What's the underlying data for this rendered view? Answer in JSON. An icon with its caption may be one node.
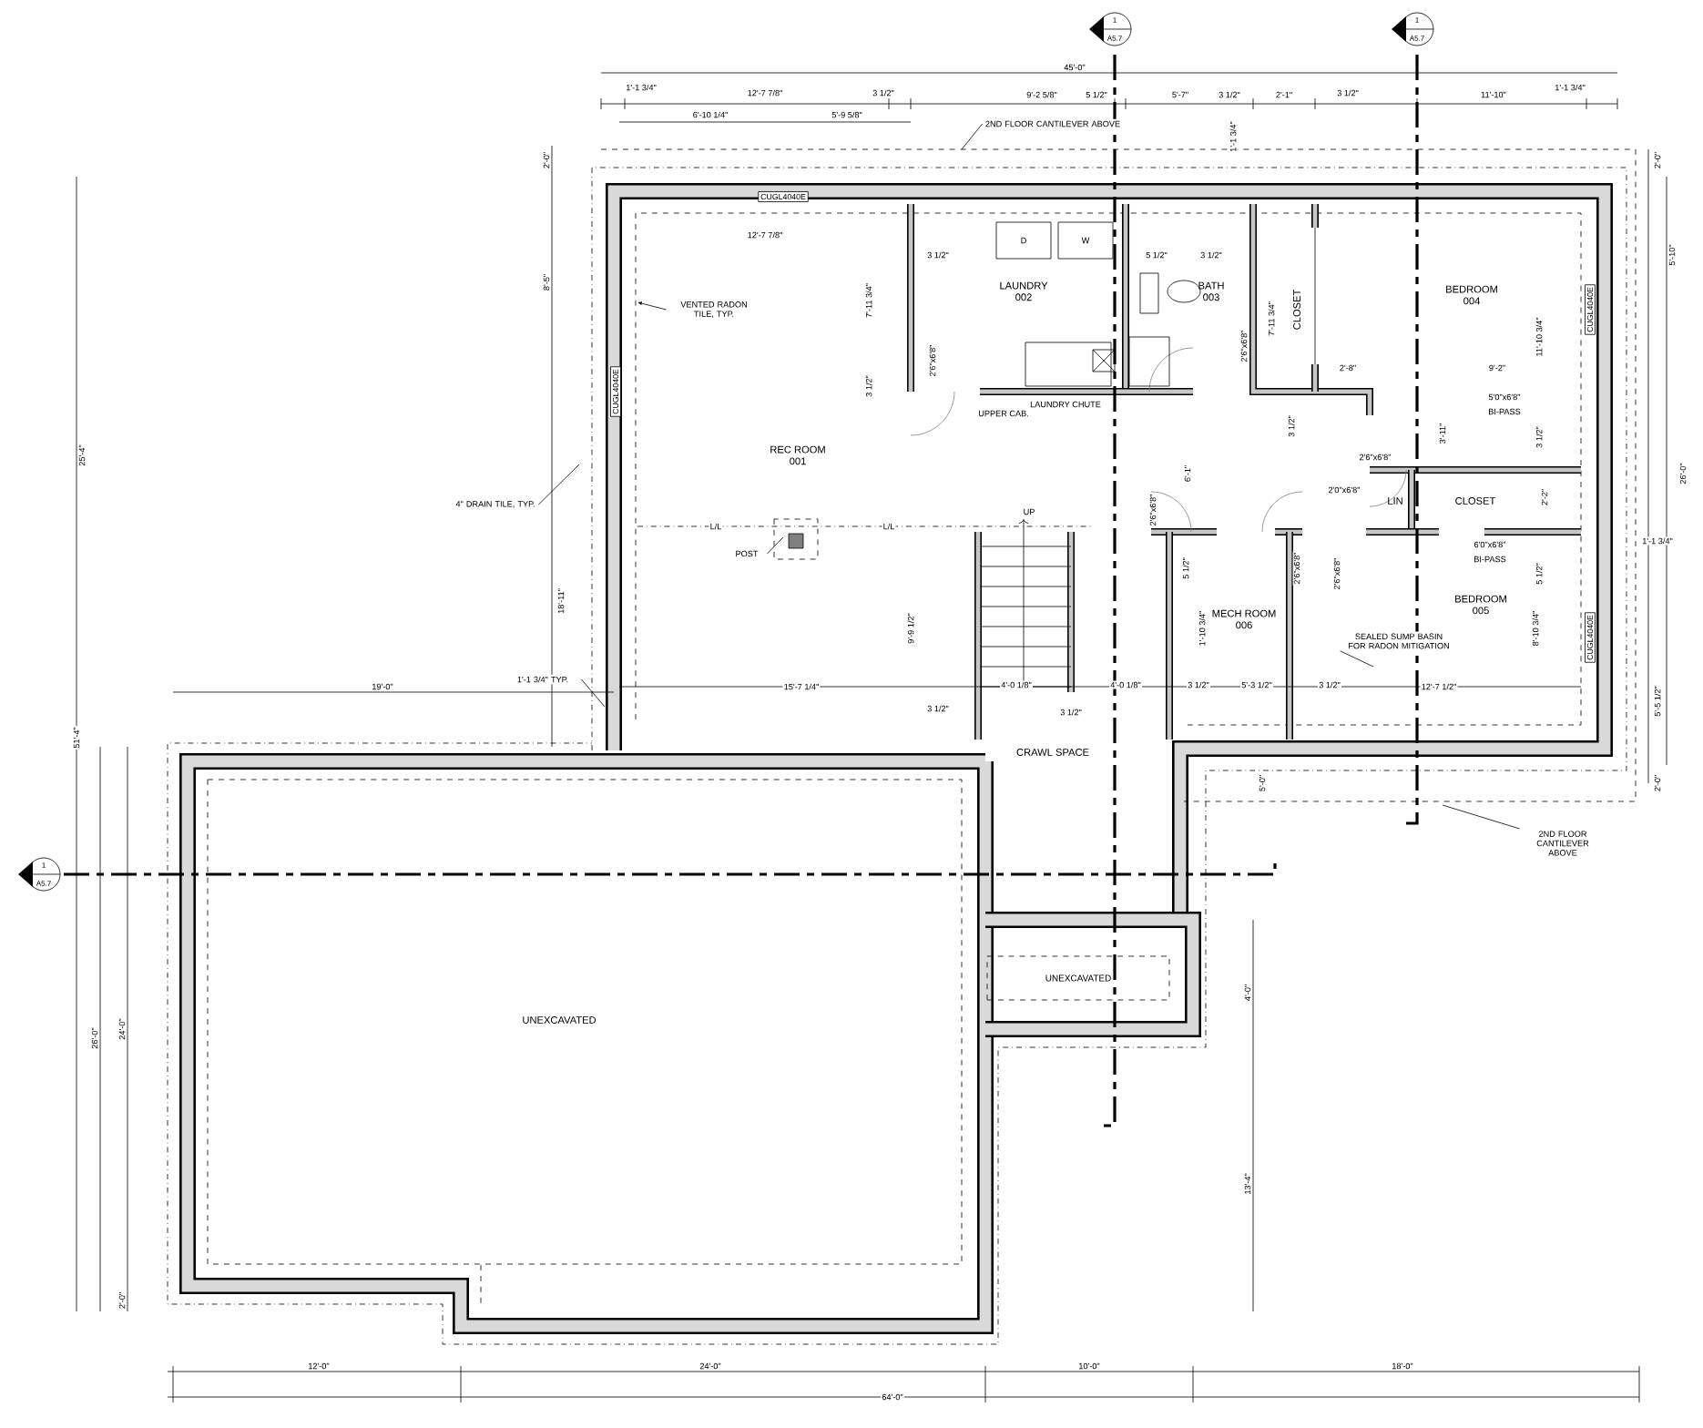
{
  "diagram": {
    "nodes": [
      {
        "text": [
          "REC ROOM",
          "001"
        ]
      },
      {
        "text": [
          "LAUNDRY",
          "002"
        ]
      },
      {
        "text": [
          "BATH",
          "003"
        ]
      },
      {
        "text": [
          "BEDROOM",
          "004"
        ]
      },
      {
        "text": [
          "CLOSET"
        ]
      },
      {
        "text": [
          "LIN"
        ]
      },
      {
        "text": [
          "CLOSET"
        ]
      },
      {
        "text": [
          "MECH ROOM",
          "006"
        ]
      },
      {
        "text": [
          "BEDROOM",
          "005"
        ]
      },
      {
        "text": [
          "CRAWL SPACE"
        ]
      },
      {
        "text": [
          "UNEXCAVATED"
        ]
      },
      {
        "text": [
          "UNEXCAVATED"
        ]
      },
      {
        "text": [
          "VENTED RADON TILE, TYP."
        ]
      },
      {
        "text": [
          "4\" DRAIN TILE, TYP."
        ]
      },
      {
        "text": [
          "2ND FLOOR CANTILEVER ABOVE"
        ]
      },
      {
        "text": [
          "2ND FLOOR CANTILEVER ABOVE"
        ]
      },
      {
        "text": [
          "SEALED SUMP BASIN FOR RADON MITIGATION"
        ]
      },
      {
        "text": [
          "POST"
        ]
      },
      {
        "text": [
          "1'-1 3/4\" TYP."
        ]
      },
      {
        "text": [
          "CUGL4040E"
        ]
      },
      {
        "text": [
          "CUGL4040E"
        ]
      },
      {
        "text": [
          "CUGL4040E"
        ]
      },
      {
        "text": [
          "CUGL4040E"
        ]
      },
      {
        "text": [
          "D"
        ]
      },
      {
        "text": [
          "W"
        ]
      }
    ],
    "edges": [
      {
        "from": 12,
        "to": null,
        "arrow": "to"
      },
      {
        "from": 13,
        "to": null,
        "arrow": "none"
      },
      {
        "from": 14,
        "to": null,
        "arrow": "none"
      },
      {
        "from": 15,
        "to": null,
        "arrow": "none"
      },
      {
        "from": 16,
        "to": null,
        "arrow": "none"
      },
      {
        "from": 17,
        "to": null,
        "arrow": "none"
      },
      {
        "from": 18,
        "to": null,
        "arrow": "none"
      }
    ],
    "labels": [
      "45'-0\"",
      "1'-1 3/4\"",
      "12'-7 7/8\"",
      "3 1/2\"",
      "9'-2 5/8\"",
      "5 1/2\"",
      "5'-7\"",
      "3 1/2\"",
      "2'-1\"",
      "3 1/2\"",
      "11'-10\"",
      "1'-1 3/4\"",
      "6'-10 1/4\"",
      "5'-9 5/8\"",
      "1",
      "A5.7",
      "1",
      "A5.7",
      "1",
      "A5.7",
      "25'-4\"",
      "51'-4\"",
      "26'-0\"",
      "24'-0\"",
      "2'-0\"",
      "2'-0\"",
      "8'-5\"",
      "18'-11\"",
      "19'-0\"",
      "12'-7 7/8\"",
      "15'-7 1/4\"",
      "L/L",
      "L/L",
      "3 1/2\"",
      "7'-11 3/4\"",
      "3 1/2\"",
      "2'6\"x6'8\"",
      "UPPER CAB.",
      "LAUNDRY CHUTE",
      "5 1/2\"",
      "3 1/2\"",
      "1'-1 3/4\"",
      "7'-11 3/4\"",
      "2'6\"x6'8\"",
      "3 1/2\"",
      "6'-1\"",
      "2'-8\"",
      "9'-2\"",
      "5'0\"x6'8\"",
      "BI-PASS",
      "3'-11\"",
      "11'-10 3/4\"",
      "3 1/2\"",
      "2'6\"x6'8\"",
      "2'0\"x6'8\"",
      "2'-2\"",
      "6'0\"x6'8\"",
      "BI-PASS",
      "5 1/2\"",
      "8'-10 3/4\"",
      "UP",
      "2'6\"x6'8\"",
      "5 1/2\"",
      "1'-10 3/4\"",
      "2'6\"x6'8\"",
      "2'6\"x6'8\"",
      "9'-9 1/2\"",
      "4'-0 1/8\"",
      "4'-0 1/8\"",
      "3 1/2\"",
      "3 1/2\"",
      "3 1/2\"",
      "5'-3 1/2\"",
      "3 1/2\"",
      "12'-7 1/2\"",
      "1'-1 3/4\"",
      "2'-0\"",
      "5'-10\"",
      "26'-0\"",
      "5'-5 1/2\"",
      "5'-0\"",
      "2'-0\"",
      "4'-0\"",
      "13'-4\"",
      "12'-0\"",
      "24'-0\"",
      "10'-0\"",
      "18'-0\"",
      "64'-0\""
    ]
  }
}
